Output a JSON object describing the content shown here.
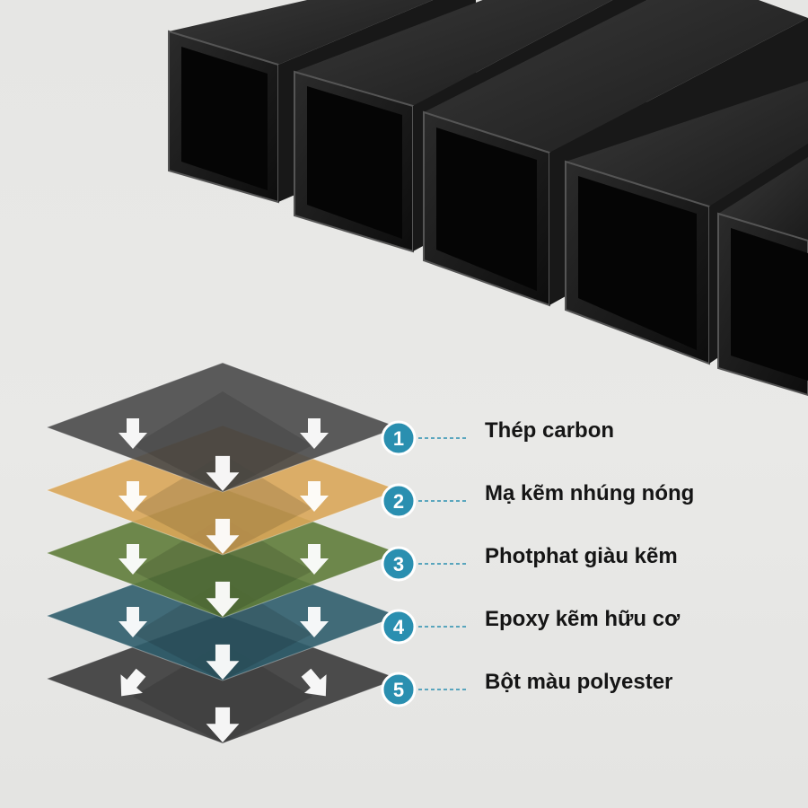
{
  "layers": [
    {
      "number": "1",
      "label": "Thép carbon",
      "color": "#4a4a4a"
    },
    {
      "number": "2",
      "label": "Mạ kẽm nhúng nóng",
      "color": "#d9a659"
    },
    {
      "number": "3",
      "label": "Photphat giàu kẽm",
      "color": "#5f7c3a"
    },
    {
      "number": "4",
      "label": "Epoxy kẽm hữu cơ",
      "color": "#2f5d6b"
    },
    {
      "number": "5",
      "label": "Bột màu polyester",
      "color": "#3a3a3a"
    }
  ],
  "badge_color": "#2a8fb0",
  "tube_color": "#141414",
  "icons": [
    "down-arrow-icon",
    "square-steel-tube"
  ]
}
